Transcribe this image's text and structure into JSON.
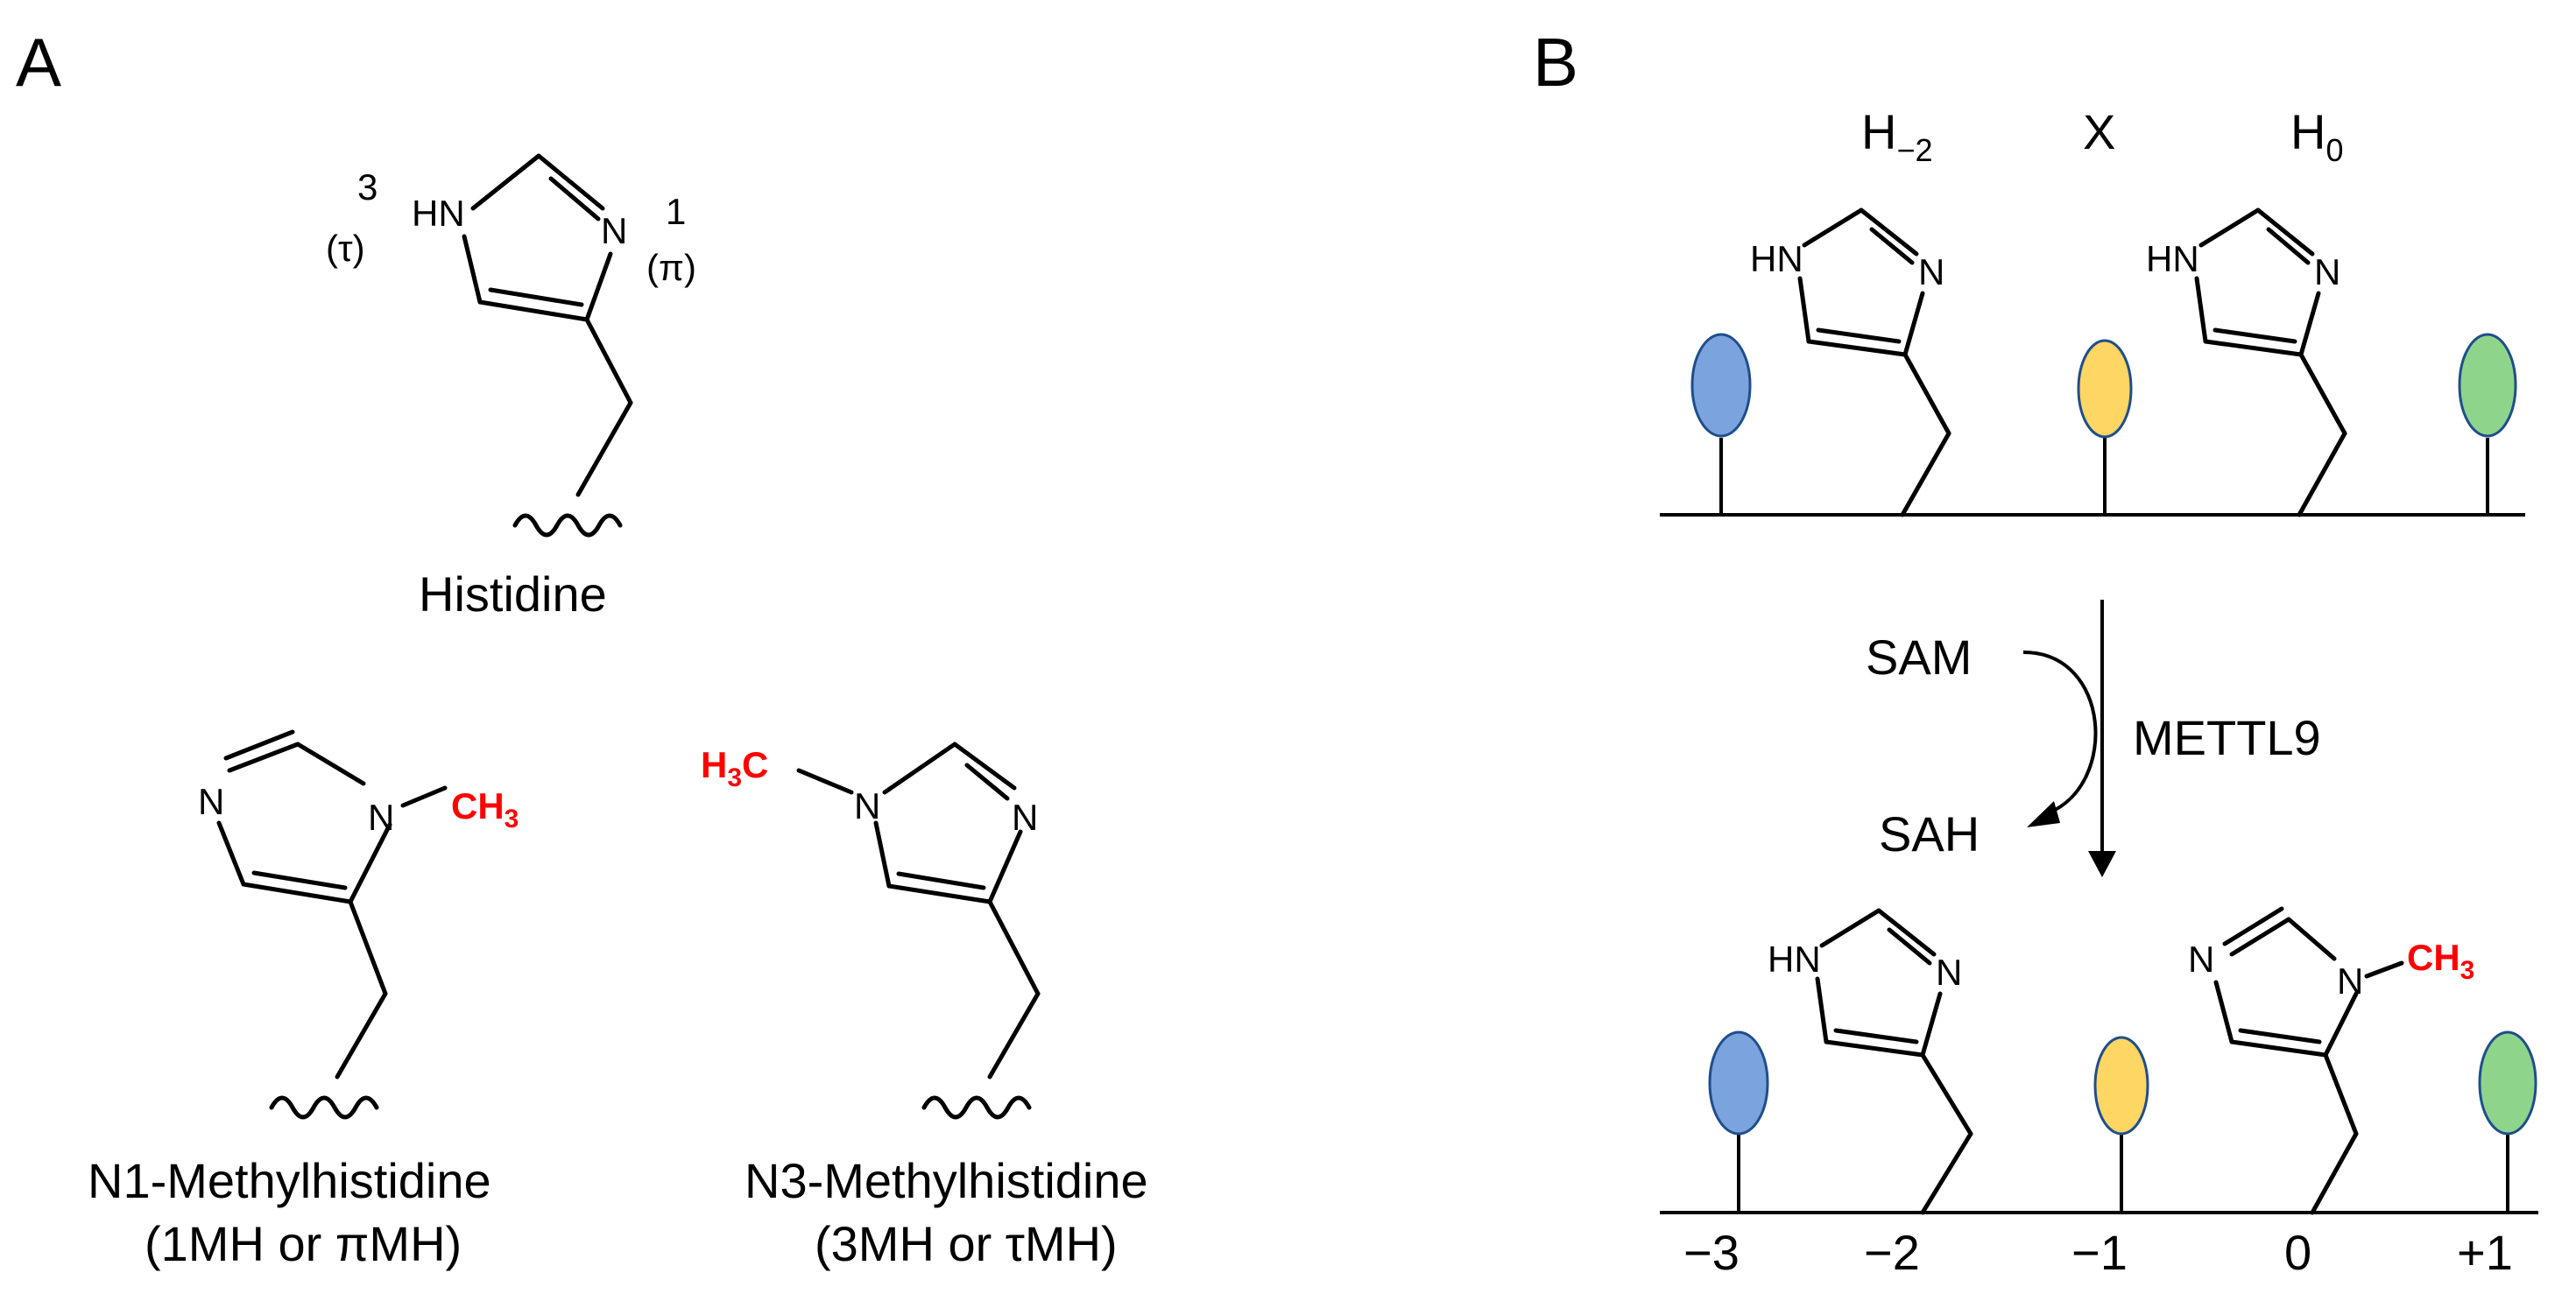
{
  "panel_a": {
    "letter": "A",
    "histidine": {
      "name": "Histidine",
      "n_left": "HN",
      "n_right": "N",
      "tau_num": "3",
      "tau_sym": "(τ)",
      "pi_num": "1",
      "pi_sym": "(π)"
    },
    "n1": {
      "atom_n1": "N",
      "atom_n2": "N",
      "methyl": "CH",
      "methyl_sub": "3",
      "name": "N1-Methylhistidine",
      "alias": "(1MH or πMH)"
    },
    "n3": {
      "methyl": "H",
      "methyl_sub": "3",
      "methyl_c": "C",
      "atom_n1": "N",
      "atom_n2": "N",
      "name": "N3-Methylhistidine",
      "alias": "(3MH or τMH)"
    }
  },
  "panel_b": {
    "letter": "B",
    "top_labels": {
      "h_minus2": "H",
      "h_minus2_sub": "−2",
      "x": "X",
      "h0": "H",
      "h0_sub": "0"
    },
    "ring_atoms": {
      "hn": "HN",
      "n": "N",
      "n_plain": "N"
    },
    "reaction": {
      "sam": "SAM",
      "sah": "SAH",
      "enzyme": "METTL9",
      "methyl": "CH",
      "methyl_sub": "3"
    },
    "positions": [
      "−3",
      "−2",
      "−1",
      "0",
      "+1"
    ],
    "colors": {
      "blue": "#7ba3dd",
      "yellow": "#fdd663",
      "green": "#8fd48b",
      "outline": "#1f4e8c",
      "methyl": "#ff0000"
    }
  }
}
